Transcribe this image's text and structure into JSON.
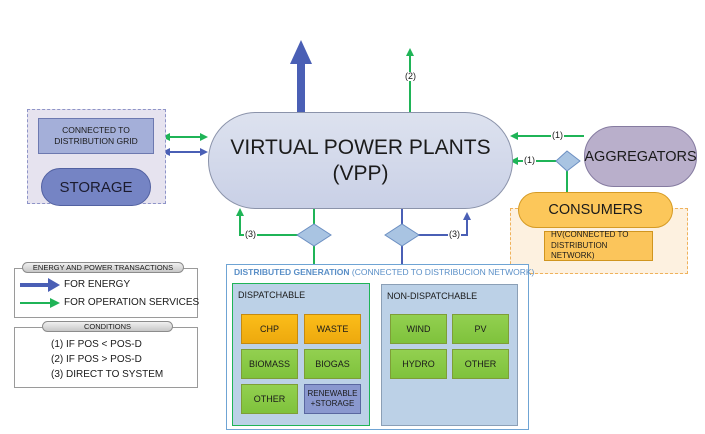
{
  "colors": {
    "energy": "#4a5fb5",
    "operation": "#1fb457",
    "vpp_fill": "#d2d8ea",
    "storage_fill": "#7584c4",
    "aggregators_fill": "#b9afcb",
    "consumers_fill": "#fcc75a",
    "dispatchable_orange": "#f5b417",
    "renewable_green": "#8bcb48",
    "renewable_storage_blue": "#8a98cf",
    "dg_border": "#6fa4d4"
  },
  "vpp": {
    "line1": "VIRTUAL POWER PLANTS",
    "line2": "(VPP)"
  },
  "storage_group": {
    "grid_line1": "CONNECTED TO",
    "grid_line2": "DISTRIBUTION GRID",
    "storage_label": "STORAGE"
  },
  "aggregators": {
    "label": "AGGREGATORS"
  },
  "consumers": {
    "label": "CONSUMERS",
    "hv_line1": "HV(CONNECTED TO",
    "hv_line2": "DISTRIBUTION NETWORK)"
  },
  "connector_labels": {
    "top_operation": "(2)",
    "aggregators_to_vpp": "(1)",
    "consumers_to_vpp": "(1)",
    "dispatchable_direct": "(3)",
    "nondispatchable_direct": "(3)"
  },
  "distributed_generation": {
    "title_bold": "DISTRIBUTED GENERATION",
    "title_rest": "(CONNECTED TO DISTRIBUCION NETWORK)",
    "dispatchable": {
      "title": "DISPATCHABLE",
      "tiles": [
        {
          "label": "CHP",
          "kind": "orange"
        },
        {
          "label": "WASTE",
          "kind": "orange"
        },
        {
          "label": "BIOMASS",
          "kind": "green"
        },
        {
          "label": "BIOGAS",
          "kind": "green"
        },
        {
          "label": "OTHER",
          "kind": "green"
        },
        {
          "label": "RENEWABLE +STORAGE",
          "line1": "RENEWABLE",
          "line2": "+STORAGE",
          "kind": "blue"
        }
      ]
    },
    "non_dispatchable": {
      "title": "NON-DISPATCHABLE",
      "tiles": [
        {
          "label": "WIND",
          "kind": "green"
        },
        {
          "label": "PV",
          "kind": "green"
        },
        {
          "label": "HYDRO",
          "kind": "green"
        },
        {
          "label": "OTHER",
          "kind": "green"
        }
      ]
    }
  },
  "legend": {
    "transactions_title": "ENERGY AND POWER TRANSACTIONS",
    "energy_label": "FOR ENERGY",
    "operation_label": "FOR OPERATION SERVICES",
    "conditions_title": "CONDITIONS",
    "conditions": [
      "(1)  IF POS < POS-D",
      "(2)  IF POS > POS-D",
      "(3)  DIRECT TO SYSTEM"
    ]
  }
}
